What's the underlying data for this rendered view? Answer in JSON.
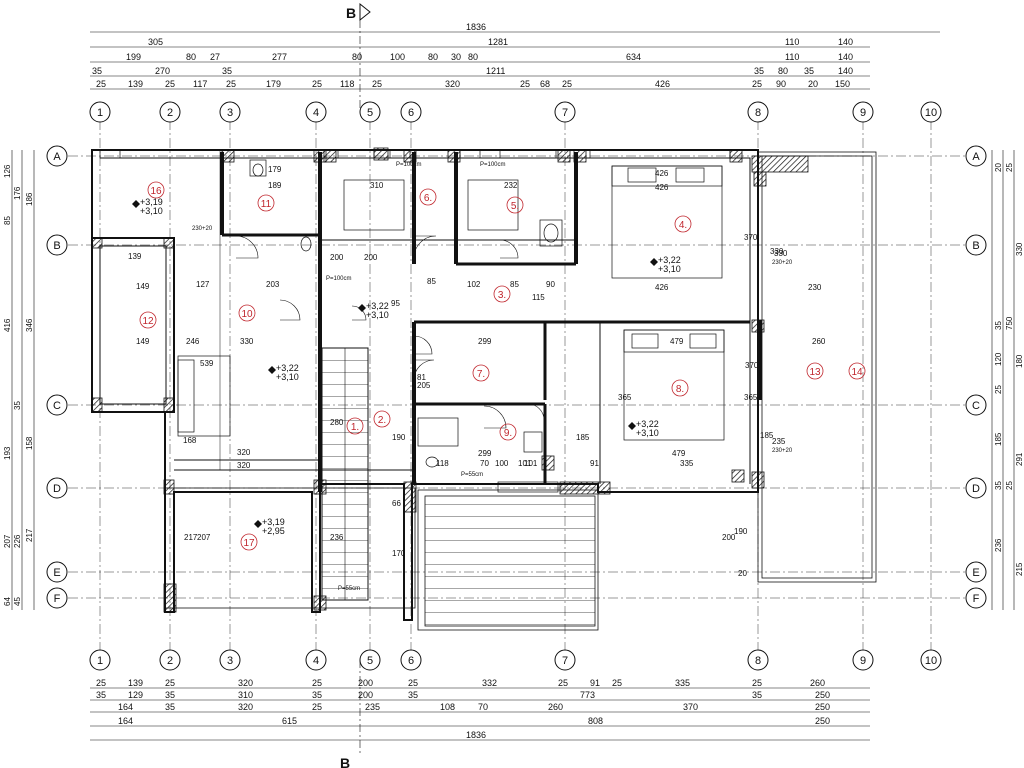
{
  "section_marker": "B",
  "dimensions": {
    "top": [
      [
        "305",
        "1281",
        "110",
        "140"
      ],
      [
        "199",
        "80",
        "27",
        "277",
        "80",
        "100",
        "80",
        "30",
        "80",
        "634",
        "110",
        "140"
      ],
      [
        "35",
        "270",
        "35",
        "1211",
        "35",
        "80",
        "35",
        "140"
      ],
      [
        "25",
        "139",
        "25",
        "117",
        "25",
        "179",
        "25",
        "118",
        "25",
        "320",
        "25",
        "68",
        "25",
        "426",
        "25",
        "90",
        "20",
        "150"
      ]
    ],
    "top_total": "1836",
    "bottom": [
      [
        "25",
        "139",
        "25",
        "320",
        "25",
        "200",
        "25",
        "332",
        "25",
        "91",
        "25",
        "335",
        "25",
        "260"
      ],
      [
        "35",
        "129",
        "35",
        "310",
        "35",
        "200",
        "35",
        "773",
        "35",
        "250"
      ],
      [
        "164",
        "35",
        "320",
        "25",
        "235",
        "108",
        "70",
        "260",
        "370",
        "250"
      ],
      [
        "164",
        "615",
        "808",
        "250"
      ]
    ],
    "bottom_total": "1836",
    "left": [
      "126",
      "85",
      "176",
      "186",
      "416",
      "346",
      "35",
      "193",
      "158",
      "207",
      "226",
      "217",
      "64",
      "45"
    ],
    "right": [
      "20",
      "25",
      "330",
      "750",
      "180",
      "291",
      "215",
      "35",
      "25",
      "120",
      "185",
      "236",
      "35",
      "25"
    ]
  },
  "column_axes": [
    "1",
    "2",
    "3",
    "4",
    "5",
    "6",
    "7",
    "8",
    "9",
    "10"
  ],
  "row_axes": [
    "A",
    "B",
    "C",
    "D",
    "E",
    "F"
  ],
  "rooms": [
    {
      "num": "16",
      "lvl1": "+3,19",
      "lvl2": "+3,10"
    },
    {
      "num": "11"
    },
    {
      "num": "6."
    },
    {
      "num": "5."
    },
    {
      "num": "4.",
      "lvl1": "+3,22",
      "lvl2": "+3,10"
    },
    {
      "num": "12"
    },
    {
      "num": "10",
      "lvl1": "+3,22",
      "lvl2": "+3,10"
    },
    {
      "num": "3.",
      "lvl1": "+3,22",
      "lvl2": "+3,10"
    },
    {
      "num": "7."
    },
    {
      "num": "8.",
      "lvl1": "+3,22",
      "lvl2": "+3,10"
    },
    {
      "num": "13"
    },
    {
      "num": "14"
    },
    {
      "num": "1."
    },
    {
      "num": "2."
    },
    {
      "num": "9."
    },
    {
      "num": "17",
      "lvl1": "+3,19",
      "lvl2": "+2,95"
    }
  ],
  "annotations": [
    "426",
    "426",
    "426",
    "370",
    "370",
    "330",
    "330",
    "230+20",
    "230",
    "479",
    "479",
    "260",
    "365",
    "365",
    "185",
    "185",
    "235",
    "230+20",
    "320",
    "320",
    "330",
    "149",
    "149",
    "139",
    "127",
    "203",
    "310",
    "232",
    "189",
    "179",
    "200",
    "200",
    "299",
    "299",
    "102",
    "85",
    "90",
    "115",
    "100",
    "101",
    "118",
    "70",
    "101",
    "335",
    "91",
    "217",
    "207",
    "236",
    "170",
    "280",
    "190",
    "95",
    "66",
    "81",
    "205",
    "85",
    "230+20",
    "168",
    "246",
    "539",
    "200",
    "190",
    "20",
    "P=100cm",
    "P=100cm",
    "P=100cm",
    "P=55cm",
    "P=55cm"
  ],
  "colors": {
    "line": "#111111",
    "room_label": "#c0262d",
    "grid": "#333333"
  }
}
